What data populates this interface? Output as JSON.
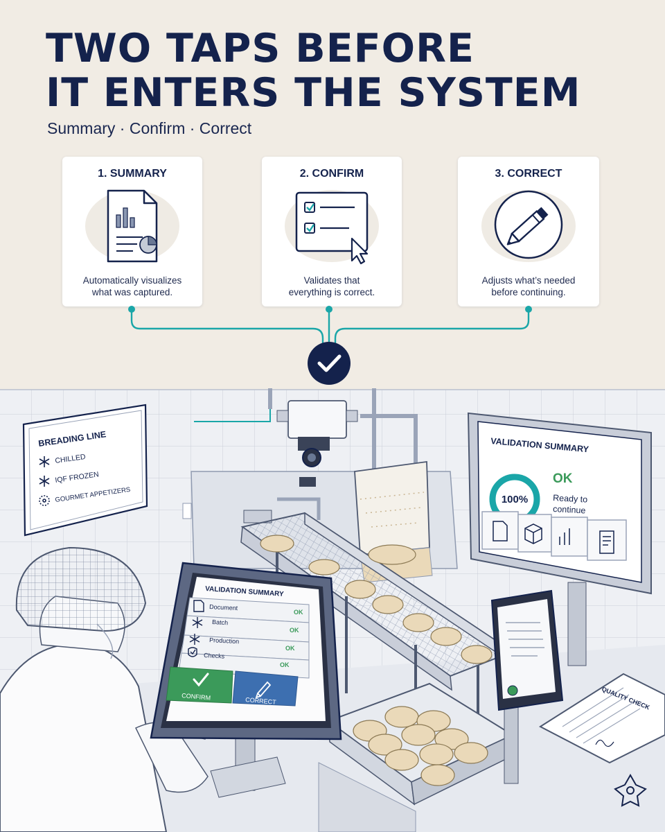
{
  "header": {
    "title_line1": "TWO TAPS BEFORE",
    "title_line2": "IT ENTERS THE SYSTEM",
    "subtitle": "Summary · Confirm · Correct"
  },
  "steps": [
    {
      "title": "1. SUMMARY",
      "desc_line1": "Automatically visualizes",
      "desc_line2": "what was captured.",
      "icon": "report-chart-icon"
    },
    {
      "title": "2. CONFIRM",
      "desc_line1": "Validates that",
      "desc_line2": "everything is correct.",
      "icon": "checklist-cursor-icon"
    },
    {
      "title": "3. CORRECT",
      "desc_line1": "Adjusts what’s needed",
      "desc_line2": "before continuing.",
      "icon": "pencil-icon"
    }
  ],
  "wall_sign": {
    "title": "BREADING LINE",
    "items": [
      "CHILLED",
      "IQF FROZEN",
      "GOURMET APPETIZERS"
    ]
  },
  "monitor": {
    "title": "VALIDATION SUMMARY",
    "percent": "100%",
    "progress": 1.0,
    "status": "OK",
    "status_line1": "Ready to",
    "status_line2": "continue",
    "icons": [
      "document-icon",
      "box-icon",
      "bar-chart-icon",
      "list-icon"
    ]
  },
  "tablet": {
    "title": "VALIDATION SUMMARY",
    "rows": [
      {
        "label": "Document",
        "status": "OK",
        "icon": "document-icon"
      },
      {
        "label": "Batch",
        "status": "OK",
        "icon": "snowflake-icon"
      },
      {
        "label": "Production",
        "status": "OK",
        "icon": "snowflake-icon"
      },
      {
        "label": "Checks",
        "status": "OK",
        "icon": "shield-check-icon"
      }
    ],
    "confirm_label": "CONFIRM",
    "correct_label": "CORRECT"
  },
  "clipboard": {
    "title": "QUALITY CHECK"
  },
  "colors": {
    "navy": "#14224c",
    "teal": "#1aa6a8",
    "green": "#3b9a5a",
    "blue": "#3d6fb0",
    "background": "#f1ece4"
  }
}
